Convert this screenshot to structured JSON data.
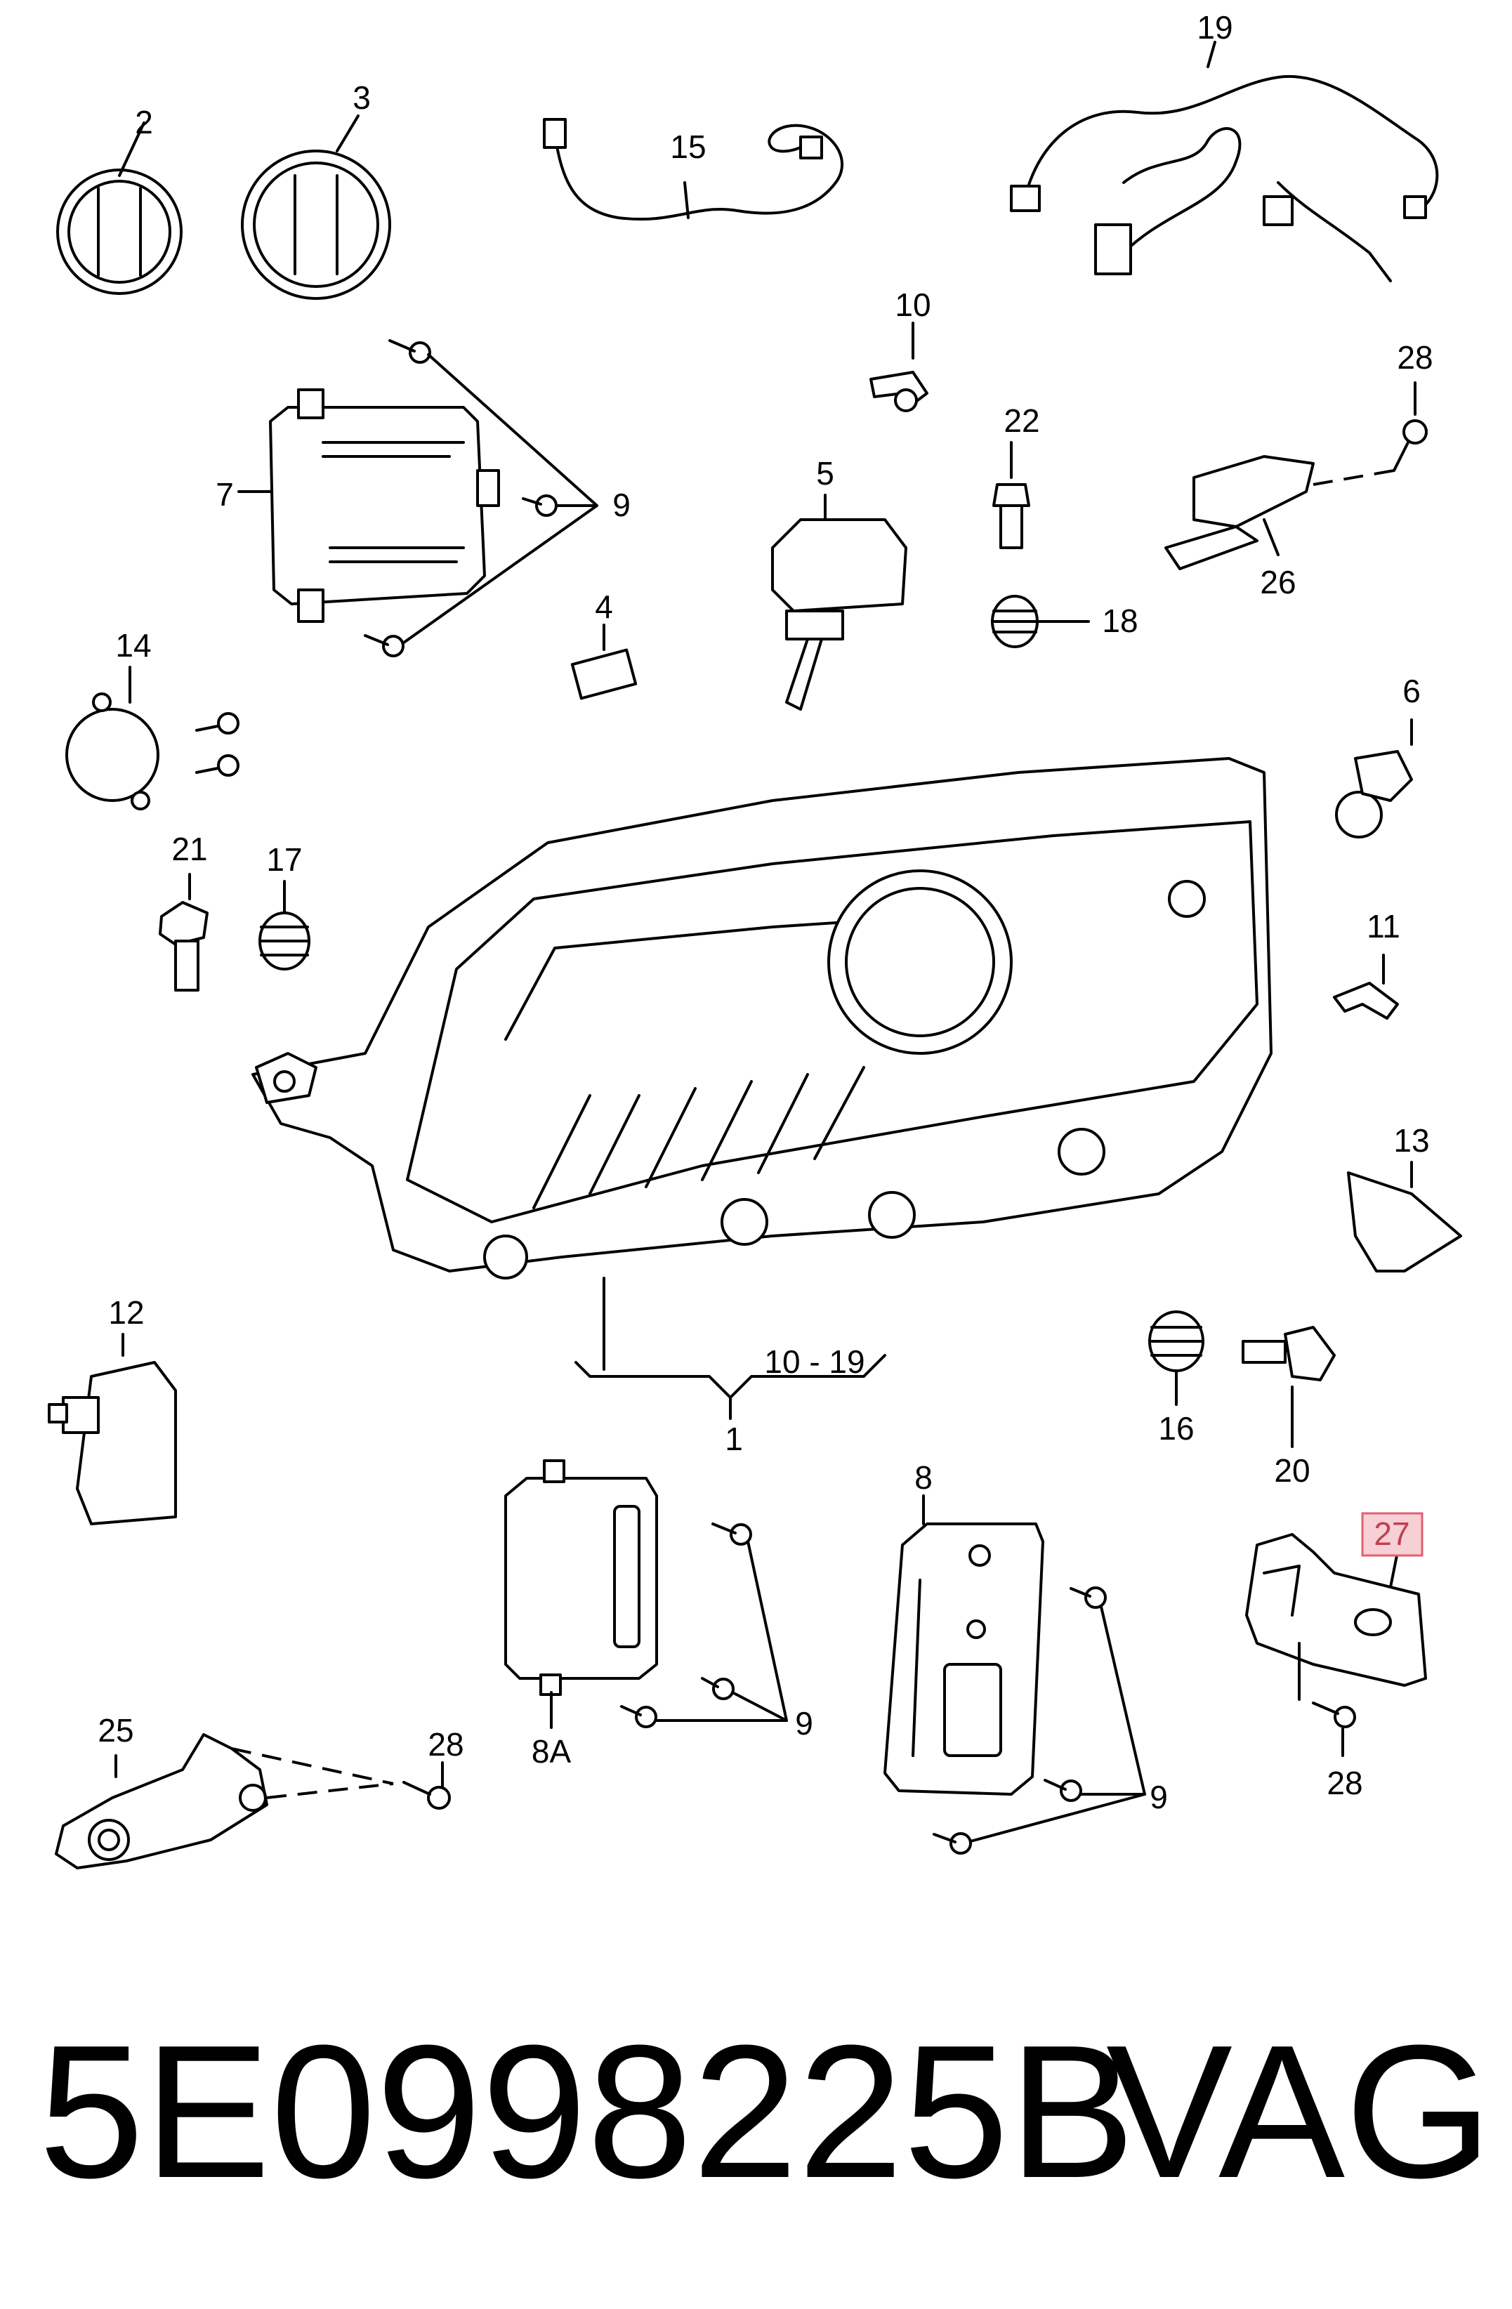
{
  "callouts": {
    "c2": "2",
    "c3": "3",
    "c15": "15",
    "c19": "19",
    "c7": "7",
    "c9a": "9",
    "c10": "10",
    "c5": "5",
    "c22": "22",
    "c28a": "28",
    "c26": "26",
    "c4": "4",
    "c18": "18",
    "c14": "14",
    "c6": "6",
    "c21": "21",
    "c17": "17",
    "c11": "11",
    "c13": "13",
    "c12": "12",
    "c10_19": "10 - 19",
    "c1": "1",
    "c16": "16",
    "c20": "20",
    "c8": "8",
    "c27": "27",
    "c9b": "9",
    "c9c": "9",
    "c8a": "8A",
    "c25": "25",
    "c28b": "28",
    "c28c": "28"
  },
  "highlight_color": "#f6d0d4",
  "part_number": "5E0998225B",
  "brand": "VAG"
}
